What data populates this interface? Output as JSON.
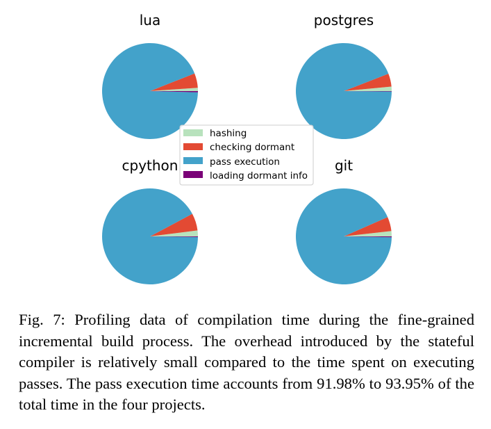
{
  "chart_data": [
    {
      "type": "pie",
      "title": "lua",
      "labels": [
        "hashing",
        "checking dormant",
        "pass execution",
        "loading dormant info"
      ],
      "values": [
        1.1,
        4.9,
        93.6,
        0.4
      ]
    },
    {
      "type": "pie",
      "title": "postgres",
      "labels": [
        "hashing",
        "checking dormant",
        "pass execution",
        "loading dormant info"
      ],
      "values": [
        1.5,
        4.4,
        93.95,
        0.15
      ]
    },
    {
      "type": "pie",
      "title": "cpython",
      "labels": [
        "hashing",
        "checking dormant",
        "pass execution",
        "loading dormant info"
      ],
      "values": [
        2.0,
        5.8,
        91.98,
        0.22
      ]
    },
    {
      "type": "pie",
      "title": "git",
      "labels": [
        "hashing",
        "checking dormant",
        "pass execution",
        "loading dormant info"
      ],
      "values": [
        1.8,
        4.8,
        93.1,
        0.3
      ]
    }
  ],
  "legend": {
    "placement": "center",
    "entries": [
      "hashing",
      "checking dormant",
      "pass execution",
      "loading dormant info"
    ]
  },
  "colors": {
    "hashing": "#b8e2bd",
    "checking dormant": "#e34a33",
    "pass execution": "#43a2ca",
    "loading dormant info": "#7a0177"
  },
  "caption": "Fig. 7: Profiling data of compilation time during the fine-grained incremental build process. The overhead introduced by the stateful compiler is relatively small compared to the time spent on executing passes. The pass execution time accounts from 91.98% to 93.95% of the total time in the four projects."
}
